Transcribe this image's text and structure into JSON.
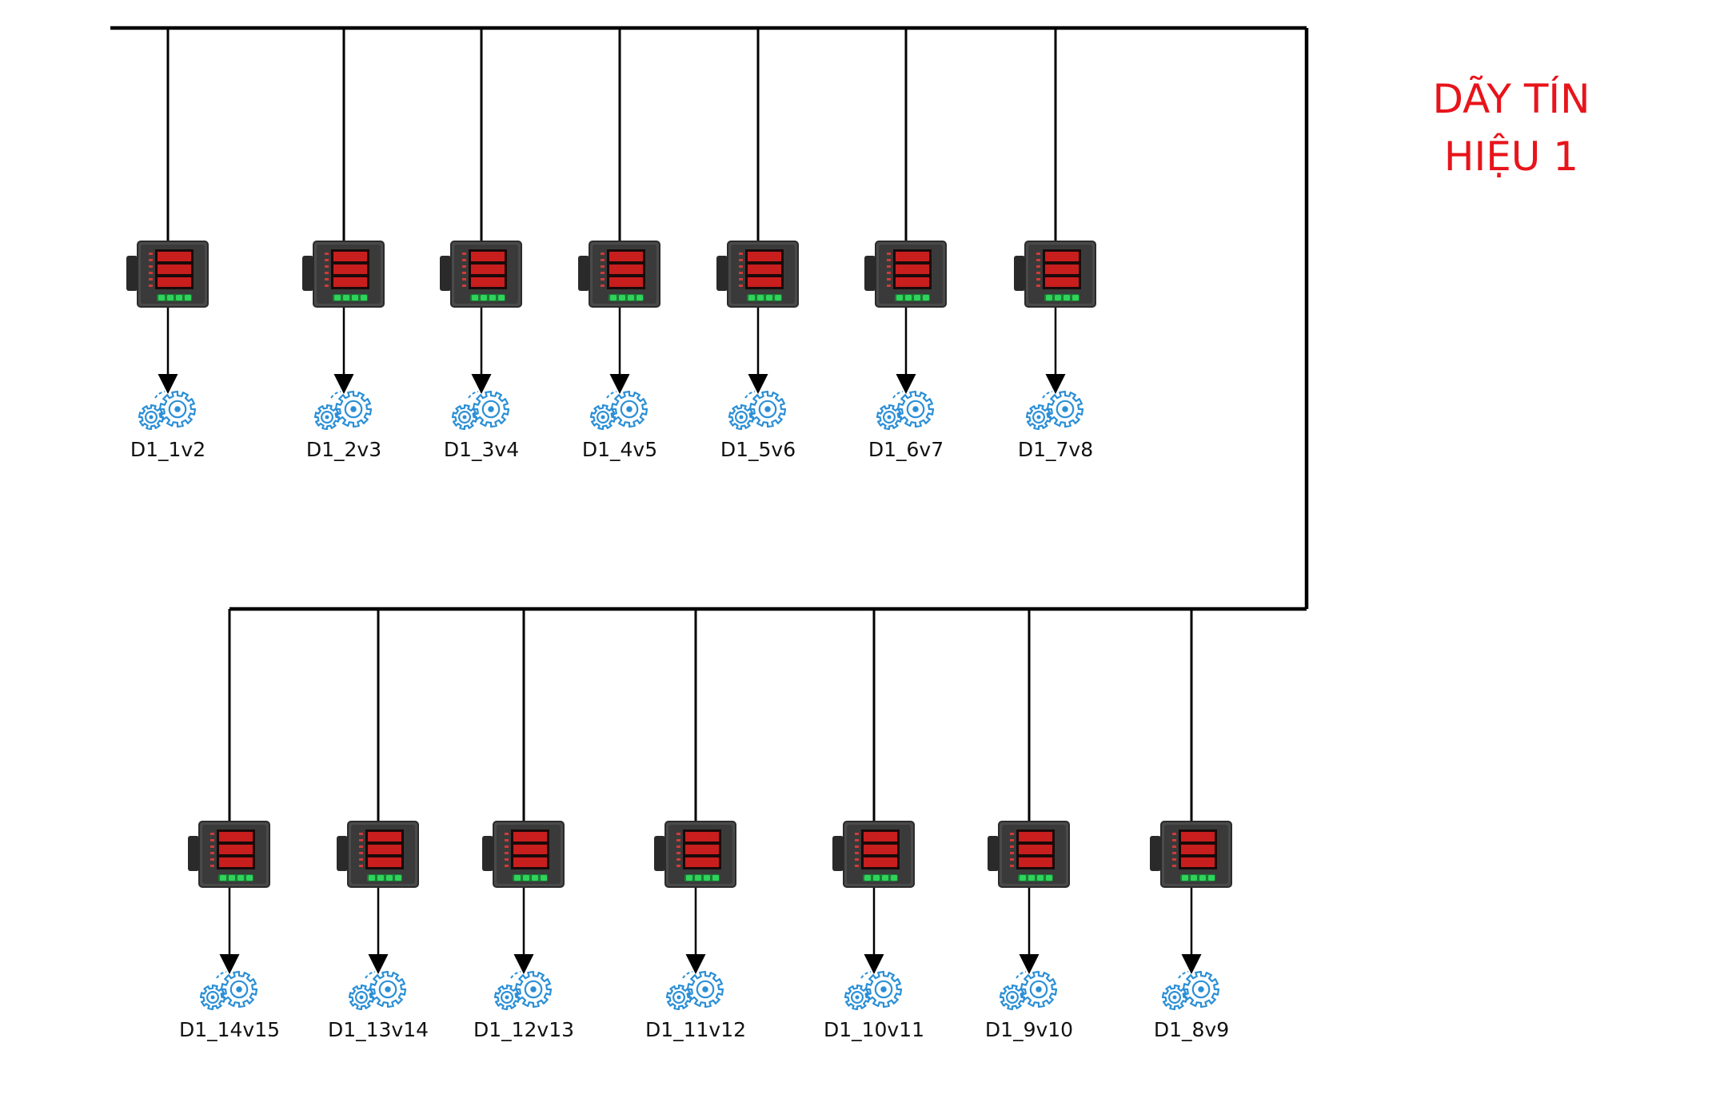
{
  "title": {
    "line1": "DÃY TÍN",
    "line2": "HIỆU 1"
  },
  "colors": {
    "wire": "#000000",
    "title": "#e8141b",
    "gear": "#2b8fd6",
    "meter_body": "#4a4a4a",
    "meter_display": "#c81e1e",
    "meter_buttons": "#2fd35a"
  },
  "meter_icon": "power-meter-icon",
  "output_icon": "gears-icon",
  "top_row": [
    "D1_1v2",
    "D1_2v3",
    "D1_3v4",
    "D1_4v5",
    "D1_5v6",
    "D1_6v7",
    "D1_7v8"
  ],
  "bottom_row": [
    "D1_14v15",
    "D1_13v14",
    "D1_12v13",
    "D1_11v12",
    "D1_10v11",
    "D1_9v10",
    "D1_8v9"
  ]
}
